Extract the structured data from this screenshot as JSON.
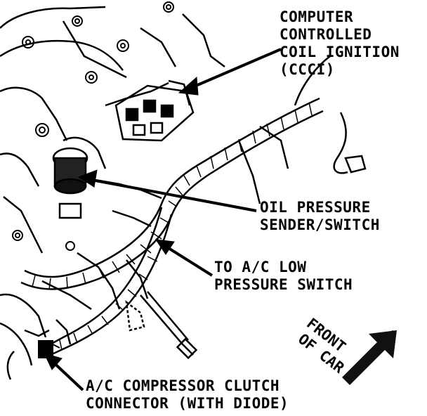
{
  "labels": {
    "ccci": [
      "COMPUTER",
      "CONTROLLED",
      "COIL IGNITION",
      "(CCCI)"
    ],
    "oil": [
      "OIL PRESSURE",
      "SENDER/SWITCH"
    ],
    "ac_low": [
      "TO A/C LOW",
      "PRESSURE SWITCH"
    ],
    "ac_clutch": [
      "A/C COMPRESSOR CLUTCH",
      "CONNECTOR (WITH DIODE)"
    ],
    "front": [
      "FRONT",
      "OF CAR"
    ]
  },
  "colors": {
    "ink": "#000000",
    "paper": "#ffffff"
  }
}
